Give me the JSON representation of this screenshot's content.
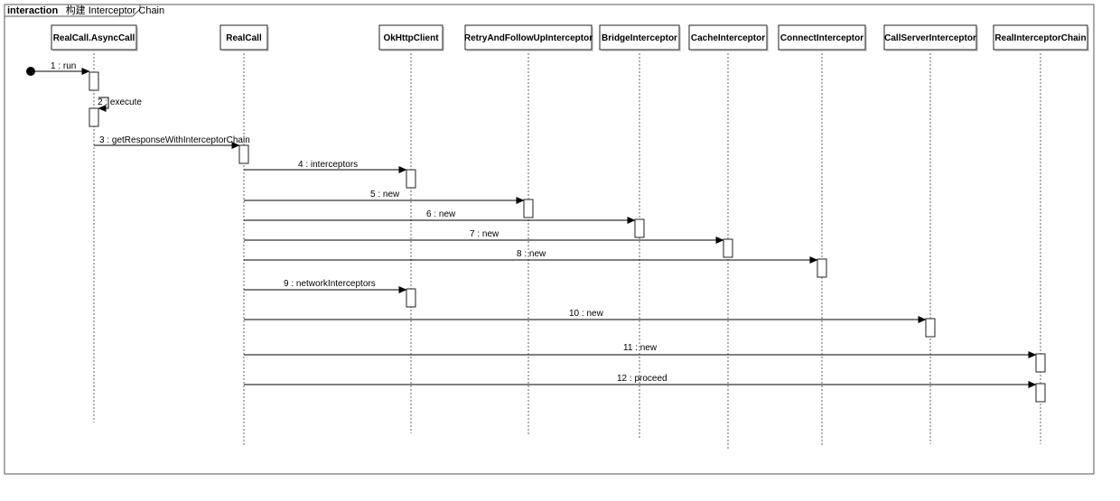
{
  "frame": {
    "keyword": "interaction",
    "title": "构建 Interceptor Chain"
  },
  "lifelines": [
    {
      "id": "asynccall",
      "name": "RealCall.AsyncCall"
    },
    {
      "id": "realcall",
      "name": "RealCall"
    },
    {
      "id": "okhttp",
      "name": "OkHttpClient"
    },
    {
      "id": "retry",
      "name": "RetryAndFollowUpInterceptor"
    },
    {
      "id": "bridge",
      "name": "BridgeInterceptor"
    },
    {
      "id": "cache",
      "name": "CacheInterceptor"
    },
    {
      "id": "connect",
      "name": "ConnectInterceptor"
    },
    {
      "id": "callserver",
      "name": "CallServerInterceptor"
    },
    {
      "id": "chain",
      "name": "RealInterceptorChain"
    }
  ],
  "messages": [
    {
      "label": "1 : run",
      "from": "start",
      "to": "asynccall"
    },
    {
      "label": "2 : execute",
      "from": "asynccall",
      "to": "asynccall",
      "self": true
    },
    {
      "label": "3 : getResponseWithInterceptorChain",
      "from": "asynccall",
      "to": "realcall"
    },
    {
      "label": "4 : interceptors",
      "from": "realcall",
      "to": "okhttp"
    },
    {
      "label": "5 : new",
      "from": "realcall",
      "to": "retry"
    },
    {
      "label": "6 : new",
      "from": "realcall",
      "to": "bridge"
    },
    {
      "label": "7 : new",
      "from": "realcall",
      "to": "cache"
    },
    {
      "label": "8 : new",
      "from": "realcall",
      "to": "connect"
    },
    {
      "label": "9 : networkInterceptors",
      "from": "realcall",
      "to": "okhttp"
    },
    {
      "label": "10 : new",
      "from": "realcall",
      "to": "callserver"
    },
    {
      "label": "11 : new",
      "from": "realcall",
      "to": "chain"
    },
    {
      "label": "12 : proceed",
      "from": "realcall",
      "to": "chain"
    }
  ]
}
